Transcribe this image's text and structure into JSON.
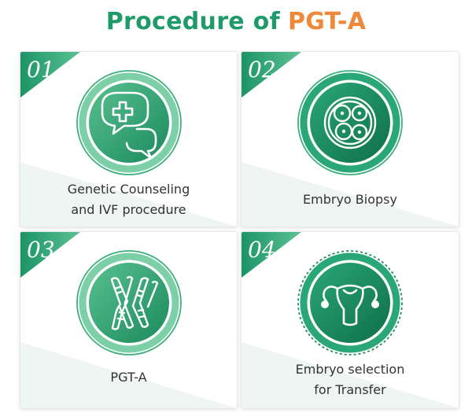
{
  "title": {
    "part1": "Procedure of",
    "part2": "PGT-A"
  },
  "colors": {
    "accent": "#1f9a6a",
    "highlight": "#f0883a",
    "light_bg": "#eef5f3"
  },
  "steps": [
    {
      "number": "01",
      "icon": "chat-medical-cross-icon",
      "lines": [
        "Genetic Counseling",
        "and IVF procedure"
      ]
    },
    {
      "number": "02",
      "icon": "embryo-cells-icon",
      "lines": [
        "Embryo Biopsy"
      ]
    },
    {
      "number": "03",
      "icon": "chromosome-icon",
      "lines": [
        "PGT-A"
      ]
    },
    {
      "number": "04",
      "icon": "uterus-icon",
      "lines": [
        "Embryo selection",
        "for Transfer"
      ]
    }
  ]
}
